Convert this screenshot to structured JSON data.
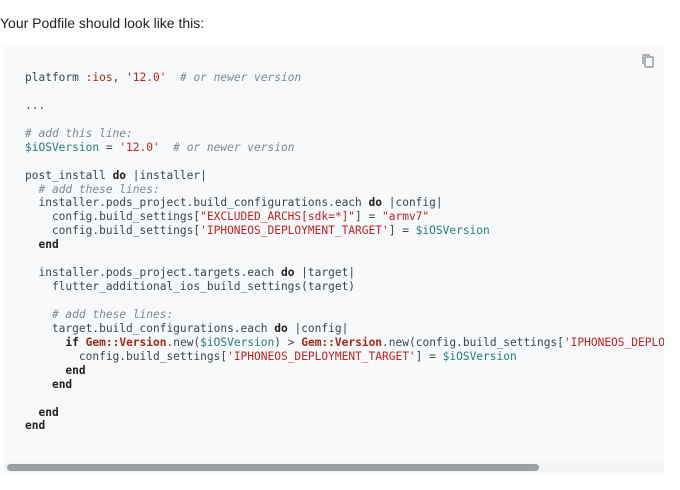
{
  "intro_text": "Your Podfile should look like this:",
  "copy_icon": "copy-icon",
  "colors": {
    "code_bg": "#f8f9fa",
    "symbol": "#a52714",
    "string": "#c5221f",
    "comment": "#7b8794",
    "variable": "#1e7f7a",
    "scrollbar_thumb": "#9aa0a6"
  },
  "code_lines": [
    [
      {
        "t": "platform ",
        "c": "plain"
      },
      {
        "t": ":ios",
        "c": "sym"
      },
      {
        "t": ", ",
        "c": "plain"
      },
      {
        "t": "'12.0'",
        "c": "str"
      },
      {
        "t": "  ",
        "c": "plain"
      },
      {
        "t": "# or newer version",
        "c": "com"
      }
    ],
    [],
    [
      {
        "t": "...",
        "c": "plain"
      }
    ],
    [],
    [
      {
        "t": "# add this line:",
        "c": "com"
      }
    ],
    [
      {
        "t": "$iOSVersion",
        "c": "var"
      },
      {
        "t": " = ",
        "c": "plain"
      },
      {
        "t": "'12.0'",
        "c": "str"
      },
      {
        "t": "  ",
        "c": "plain"
      },
      {
        "t": "# or newer version",
        "c": "com"
      }
    ],
    [],
    [
      {
        "t": "post_install ",
        "c": "plain"
      },
      {
        "t": "do",
        "c": "kw"
      },
      {
        "t": " |installer|",
        "c": "plain"
      }
    ],
    [
      {
        "t": "  ",
        "c": "plain"
      },
      {
        "t": "# add these lines:",
        "c": "com"
      }
    ],
    [
      {
        "t": "  installer.pods_project.build_configurations.each ",
        "c": "plain"
      },
      {
        "t": "do",
        "c": "kw"
      },
      {
        "t": " |config|",
        "c": "plain"
      }
    ],
    [
      {
        "t": "    config.build_settings[",
        "c": "plain"
      },
      {
        "t": "\"EXCLUDED_ARCHS[sdk=*]\"",
        "c": "str"
      },
      {
        "t": "] = ",
        "c": "plain"
      },
      {
        "t": "\"armv7\"",
        "c": "str"
      }
    ],
    [
      {
        "t": "    config.build_settings[",
        "c": "plain"
      },
      {
        "t": "'IPHONEOS_DEPLOYMENT_TARGET'",
        "c": "str"
      },
      {
        "t": "] = ",
        "c": "plain"
      },
      {
        "t": "$iOSVersion",
        "c": "var"
      }
    ],
    [
      {
        "t": "  ",
        "c": "plain"
      },
      {
        "t": "end",
        "c": "kw"
      }
    ],
    [],
    [
      {
        "t": "  installer.pods_project.targets.each ",
        "c": "plain"
      },
      {
        "t": "do",
        "c": "kw"
      },
      {
        "t": " |target|",
        "c": "plain"
      }
    ],
    [
      {
        "t": "    flutter_additional_ios_build_settings(target)",
        "c": "plain"
      }
    ],
    [],
    [
      {
        "t": "    ",
        "c": "plain"
      },
      {
        "t": "# add these lines:",
        "c": "com"
      }
    ],
    [
      {
        "t": "    target.build_configurations.each ",
        "c": "plain"
      },
      {
        "t": "do",
        "c": "kw"
      },
      {
        "t": " |config|",
        "c": "plain"
      }
    ],
    [
      {
        "t": "      ",
        "c": "plain"
      },
      {
        "t": "if",
        "c": "kw"
      },
      {
        "t": " ",
        "c": "plain"
      },
      {
        "t": "Gem::Version",
        "c": "cls"
      },
      {
        "t": ".new(",
        "c": "plain"
      },
      {
        "t": "$iOSVersion",
        "c": "var"
      },
      {
        "t": ") > ",
        "c": "plain"
      },
      {
        "t": "Gem::Version",
        "c": "cls"
      },
      {
        "t": ".new(config.build_settings[",
        "c": "plain"
      },
      {
        "t": "'IPHONEOS_DEPLOYMENT_TARGET'",
        "c": "str"
      },
      {
        "t": "])",
        "c": "plain"
      }
    ],
    [
      {
        "t": "        config.build_settings[",
        "c": "plain"
      },
      {
        "t": "'IPHONEOS_DEPLOYMENT_TARGET'",
        "c": "str"
      },
      {
        "t": "] = ",
        "c": "plain"
      },
      {
        "t": "$iOSVersion",
        "c": "var"
      }
    ],
    [
      {
        "t": "      ",
        "c": "plain"
      },
      {
        "t": "end",
        "c": "kw"
      }
    ],
    [
      {
        "t": "    ",
        "c": "plain"
      },
      {
        "t": "end",
        "c": "kw"
      }
    ],
    [],
    [
      {
        "t": "  ",
        "c": "plain"
      },
      {
        "t": "end",
        "c": "kw"
      }
    ],
    [
      {
        "t": "end",
        "c": "kw"
      }
    ]
  ]
}
